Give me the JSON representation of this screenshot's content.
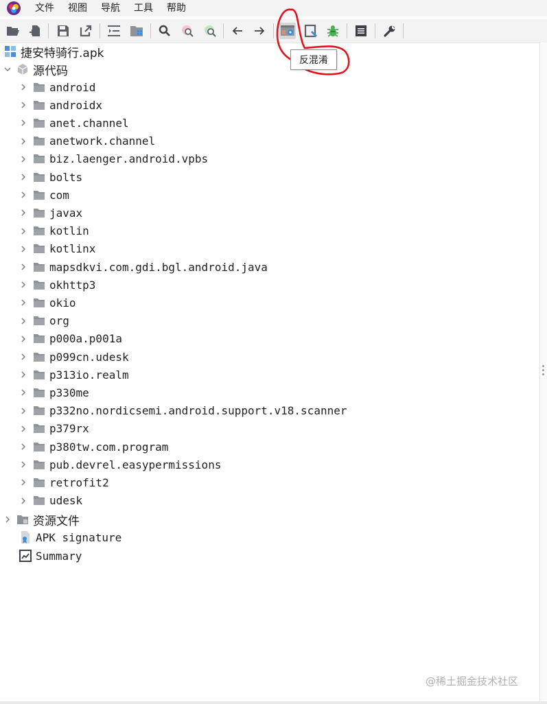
{
  "menu": {
    "items": [
      {
        "label": "文件"
      },
      {
        "label": "视图"
      },
      {
        "label": "导航"
      },
      {
        "label": "工具"
      },
      {
        "label": "帮助"
      }
    ]
  },
  "toolbar": {
    "tooltip": "反混淆"
  },
  "tree": {
    "root": "捷安特骑行.apk",
    "source_root": "源代码",
    "packages": [
      "android",
      "androidx",
      "anet.channel",
      "anetwork.channel",
      "biz.laenger.android.vpbs",
      "bolts",
      "com",
      "javax",
      "kotlin",
      "kotlinx",
      "mapsdkvi.com.gdi.bgl.android.java",
      "okhttp3",
      "okio",
      "org",
      "p000a.p001a",
      "p099cn.udesk",
      "p313io.realm",
      "p330me",
      "p332no.nordicsemi.android.support.v18.scanner",
      "p379rx",
      "p380tw.com.program",
      "pub.devrel.easypermissions",
      "retrofit2",
      "udesk"
    ],
    "resources": "资源文件",
    "signature": "APK signature",
    "summary": "Summary"
  },
  "watermark": "@稀土掘金技术社区",
  "colors": {
    "annotation": "#e0141e",
    "folder": "#8e9399",
    "accent_blue": "#3d8ed8",
    "bug_green": "#4caf50"
  }
}
